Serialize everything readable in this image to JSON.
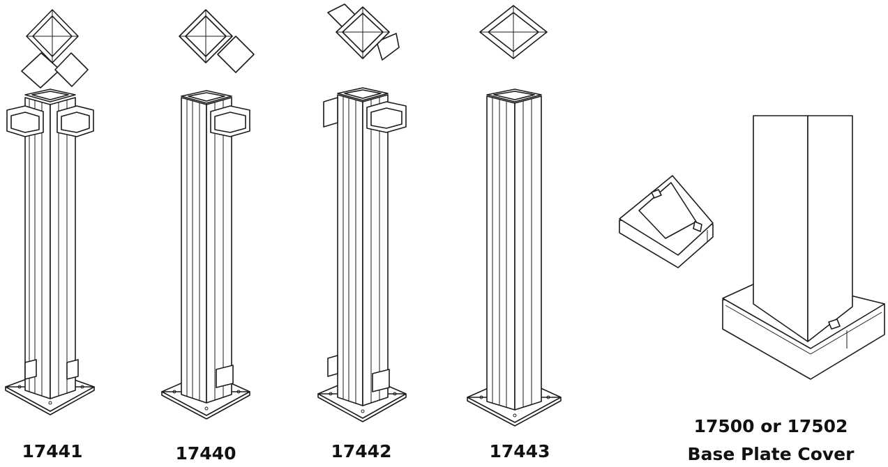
{
  "products": [
    {
      "code": "17441"
    },
    {
      "code": "17440"
    },
    {
      "code": "17442"
    },
    {
      "code": "17443"
    }
  ],
  "base_plate_cover": {
    "code": "17500 or 17502",
    "name": "Base Plate Cover"
  },
  "colors": {
    "line": "#1a1a1a",
    "text": "#111111",
    "background": "#ffffff"
  }
}
